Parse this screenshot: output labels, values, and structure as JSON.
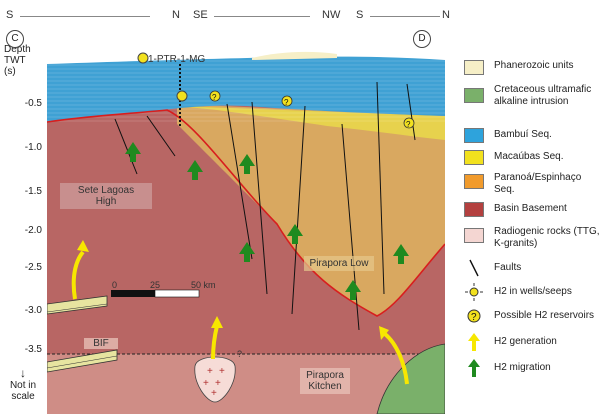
{
  "orientation": {
    "left": [
      "S",
      "N"
    ],
    "middle": [
      "SE",
      "NW"
    ],
    "right": [
      "S",
      "N"
    ]
  },
  "section": {
    "start_label": "C",
    "end_label": "D",
    "axis_title_line1": "Depth",
    "axis_title_line2": "TWT",
    "axis_title_line3": "(s)",
    "depth_ticks": [
      "-0.5",
      "-1.0",
      "-1.5",
      "-2.0",
      "-2.5",
      "-3.0",
      "-3.5"
    ],
    "well_name": "1-PTR-1-MG",
    "structure_labels": {
      "high_line1": "Sete Lagoas",
      "high_line2": "High",
      "low": "Pirapora Low",
      "kitchen_line1": "Pirapora",
      "kitchen_line2": "Kitchen",
      "bif": "BIF"
    },
    "not_in_scale_line1": "Not in",
    "not_in_scale_line2": "scale",
    "scale_bar": {
      "labels": [
        "0",
        "25",
        "50 km"
      ]
    },
    "question_mark": "?"
  },
  "legend": {
    "items": [
      {
        "label": "Phanerozoic units",
        "color": "#f6efc7"
      },
      {
        "label": "Cretaceous ultramafic alkaline intrusion",
        "color": "#7ab06a"
      },
      {
        "label": "Bambuí Seq.",
        "color": "#2ea3dc"
      },
      {
        "label": "Macaúbas Seq.",
        "color": "#f2e11e"
      },
      {
        "label": "Paranoá/Espinhaço Seq.",
        "color": "#f19b2c"
      },
      {
        "label": "Basin Basement",
        "color": "#b3403f"
      },
      {
        "label": "Radiogenic rocks (TTG, K-granits)",
        "color": "#f4d6d2"
      }
    ],
    "symbols": [
      {
        "label": "Faults",
        "icon": "fault-icon"
      },
      {
        "label": "H2 in wells/seeps",
        "icon": "sun-icon"
      },
      {
        "label": "Possible H2 reservoirs",
        "icon": "question-circle-icon"
      },
      {
        "label": "H2 generation",
        "icon": "yellow-arrow-icon"
      },
      {
        "label": "H2 migration",
        "icon": "green-arrow-icon"
      }
    ]
  },
  "colors": {
    "bambui": "#3a9fd3",
    "macaubas": "#e8d73a",
    "parano": "#d9a04a",
    "basement": "#b35a5a",
    "basement_deep": "#c9807a",
    "contact_line": "#d81e1e",
    "migration": "#1f8a1f",
    "generation": "#f7e700"
  }
}
